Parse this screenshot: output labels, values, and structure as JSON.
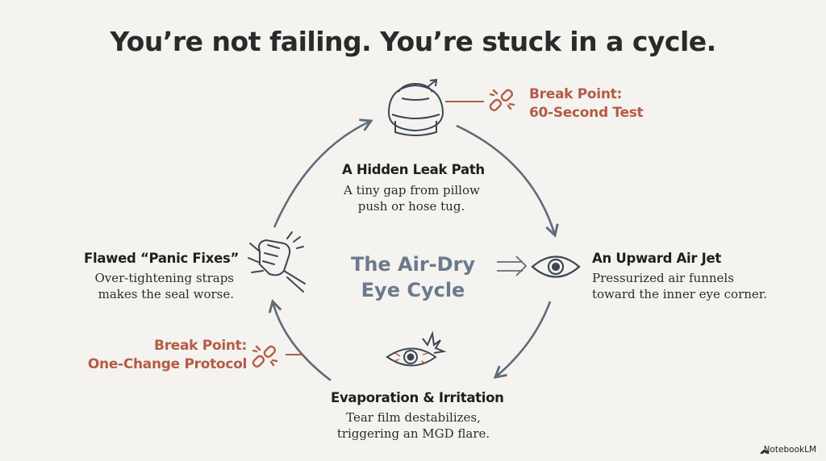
{
  "title": "You’re not failing. You’re stuck in a cycle.",
  "center_title": [
    "The Air-Dry",
    "Eye Cycle"
  ],
  "nodes": {
    "leak": {
      "title": "A Hidden Leak Path",
      "desc": [
        "A tiny gap from pillow",
        "push or hose tug."
      ],
      "icon": "mask-icon"
    },
    "jet": {
      "title": "An Upward Air Jet",
      "desc": [
        "Pressurized air funnels",
        "toward the inner eye corner."
      ],
      "icon": "eye-icon"
    },
    "evap": {
      "title": "Evaporation & Irritation",
      "desc": [
        "Tear film destabilizes,",
        "triggering an MGD flare."
      ],
      "icon": "irritated-eye-icon"
    },
    "panic": {
      "title": "Flawed “Panic Fixes”",
      "desc": [
        "Over-tightening straps",
        "makes the seal worse."
      ],
      "icon": "fist-strap-icon"
    }
  },
  "break_points": [
    {
      "lines": [
        "Break Point:",
        "60-Second Test"
      ],
      "icon": "broken-chain-icon"
    },
    {
      "lines": [
        "Break Point:",
        "One-Change Protocol"
      ],
      "icon": "broken-chain-icon"
    }
  ],
  "brand": "NotebookLM",
  "colors": {
    "arrow": "#5f6b7a",
    "accent": "#b55b46",
    "center": "#6b7a8c",
    "background": "#f4f3ef"
  }
}
